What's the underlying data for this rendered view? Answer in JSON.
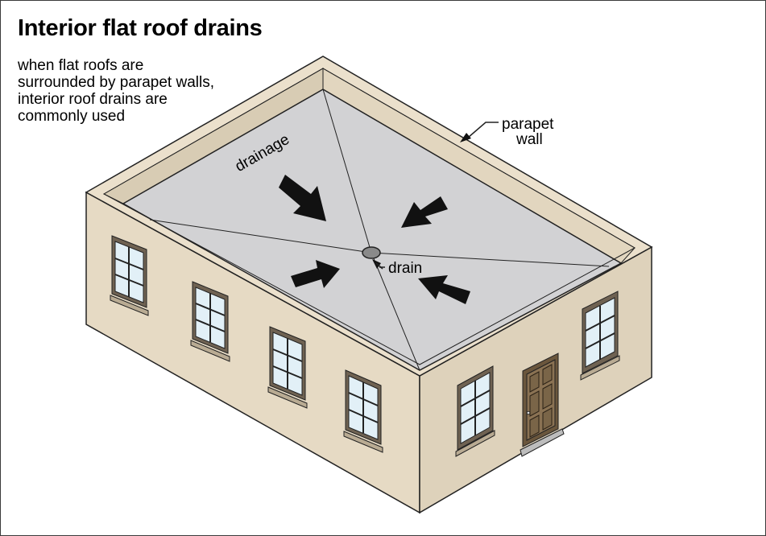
{
  "title": "Interior flat roof drains",
  "description": "when flat roofs are surrounded by parapet walls, interior roof drains are commonly used",
  "labels": {
    "parapet_line1": "parapet",
    "parapet_line2": "wall",
    "drainage": "drainage",
    "drain": "drain"
  },
  "colors": {
    "wall": "#e6dac4",
    "wall_shade": "#d9cdb6",
    "parapet_top": "#e8dcc8",
    "roof": "#d2d2d4",
    "window_glass": "#e2f0f7",
    "door": "#7a6548",
    "outline": "#222222"
  }
}
